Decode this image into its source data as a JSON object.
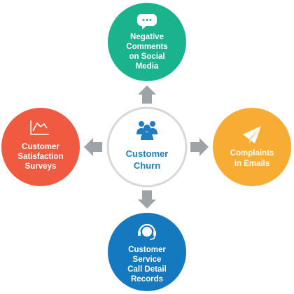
{
  "center": {
    "line1": "Customer",
    "line2": "Churn",
    "icon": "people-group-icon"
  },
  "nodes": {
    "top": {
      "lines": [
        "Negative",
        "Comments",
        "on Social",
        "Media"
      ],
      "color": "#1bb28e",
      "icon": "speech-bubble-icon"
    },
    "right": {
      "lines": [
        "Complaints",
        "in Emails"
      ],
      "color": "#f9ac33",
      "icon": "paper-plane-icon"
    },
    "bottom": {
      "lines": [
        "Customer",
        "Service",
        "Call Detail",
        "Records"
      ],
      "color": "#1479be",
      "icon": "headset-icon"
    },
    "left": {
      "lines": [
        "Customer",
        "Satisfaction",
        "Surveys"
      ],
      "color": "#f05a41",
      "icon": "line-chart-icon"
    }
  },
  "colors": {
    "arrow": "#9ea3a7",
    "center_ring": "#d6d8da",
    "center_text": "#1e7ec2",
    "node_text": "#ffffff"
  }
}
